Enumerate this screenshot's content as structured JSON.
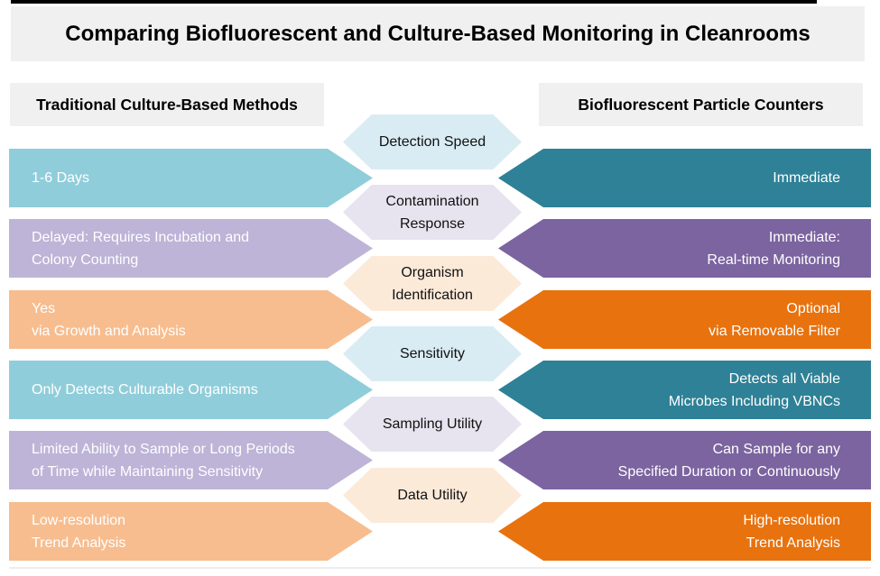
{
  "title": "Comparing Biofluorescent and Culture-Based Monitoring in Cleanrooms",
  "headers": {
    "left": "Traditional Culture-Based Methods",
    "right": "Biofluorescent Particle Counters"
  },
  "palette": {
    "panel_bg": "#f0f0f0",
    "top_rule": "#000000",
    "teal_light": "#90cdda",
    "teal_dark": "#2e8196",
    "purple_light": "#bdb4d7",
    "purple_dark": "#7b649f",
    "orange_light": "#f7bd8f",
    "orange_dark": "#e8720e",
    "hex_blue": "#d9ecf3",
    "hex_lavender": "#e7e3ef",
    "hex_peach": "#fcead9",
    "bar_text": "#ffffff"
  },
  "rows": [
    {
      "category": "Detection Speed",
      "category_color": "#d9ecf3",
      "left": {
        "text": "1-6 Days",
        "color": "#90cdda"
      },
      "right": {
        "text": "Immediate",
        "color": "#2e8196"
      }
    },
    {
      "category": "Contamination\nResponse",
      "category_color": "#e7e3ef",
      "left": {
        "text": "Delayed: Requires Incubation and\nColony Counting",
        "color": "#bdb4d7"
      },
      "right": {
        "text": "Immediate:\nReal-time Monitoring",
        "color": "#7b649f"
      }
    },
    {
      "category": "Organism\nIdentification",
      "category_color": "#fcead9",
      "left": {
        "text": "Yes\nvia Growth and Analysis",
        "color": "#f7bd8f"
      },
      "right": {
        "text": "Optional\nvia Removable Filter",
        "color": "#e8720e"
      }
    },
    {
      "category": "Sensitivity",
      "category_color": "#d9ecf3",
      "left": {
        "text": "Only Detects Culturable Organisms",
        "color": "#90cdda"
      },
      "right": {
        "text": "Detects all Viable\nMicrobes Including VBNCs",
        "color": "#2e8196"
      }
    },
    {
      "category": "Sampling Utility",
      "category_color": "#e7e3ef",
      "left": {
        "text": "Limited Ability to Sample or Long Periods\nof Time while Maintaining Sensitivity",
        "color": "#bdb4d7"
      },
      "right": {
        "text": "Can Sample for any\nSpecified Duration or Continuously",
        "color": "#7b649f"
      }
    },
    {
      "category": "Data Utility",
      "category_color": "#fcead9",
      "left": {
        "text": "Low-resolution\nTrend Analysis",
        "color": "#f7bd8f"
      },
      "right": {
        "text": "High-resolution\nTrend Analysis",
        "color": "#e8720e"
      }
    }
  ]
}
